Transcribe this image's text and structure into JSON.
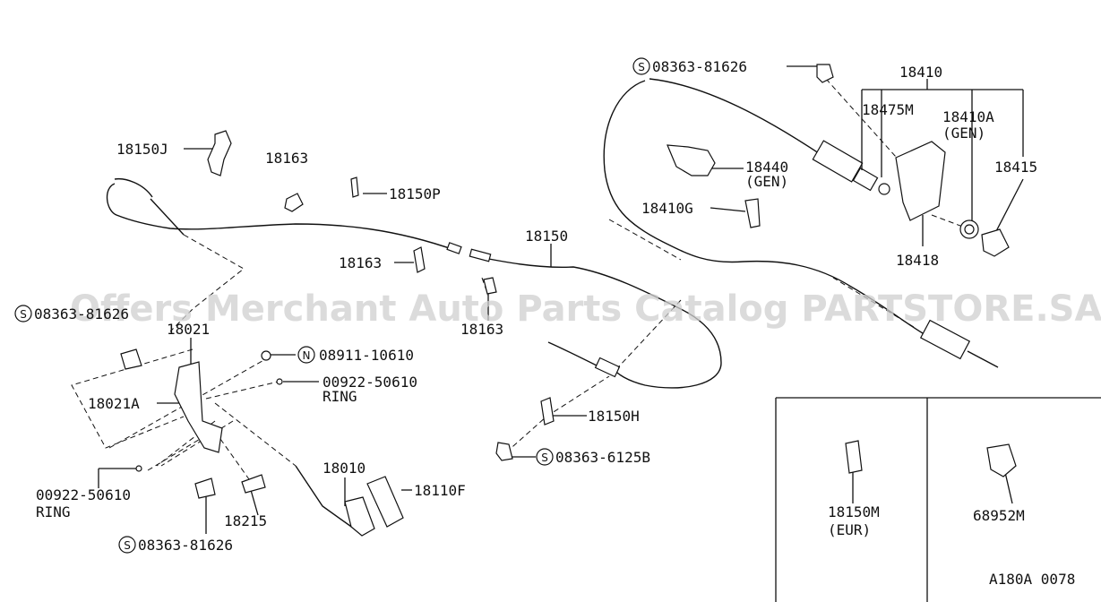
{
  "watermark": "Offers Merchant Auto Parts Catalog PARTSTORE.SA",
  "diagram_code": "A180A 0078",
  "bolt_symbol": "S",
  "nut_symbol": "N",
  "labels": {
    "p18150J": "18150J",
    "p18163a": "18163",
    "p18150P": "18150P",
    "p18163b": "18163",
    "p18150": "18150",
    "p18163c": "18163",
    "bolt_08363_81626_left": "08363-81626",
    "p18021": "18021",
    "p18021A": "18021A",
    "nut_08911_10610": "08911-10610",
    "ring_00922_50610_a": "00922-50610",
    "ring_word_a": "RING",
    "ring_00922_50610_b": "00922-50610",
    "ring_word_b": "RING",
    "p18010": "18010",
    "p18110F": "18110F",
    "p18215": "18215",
    "bolt_08363_81626_bottom": "08363-81626",
    "p18150H": "18150H",
    "bolt_08363_6125B": "08363-6125B",
    "bolt_08363_81626_top": "08363-81626",
    "p18410": "18410",
    "p18475M": "18475M",
    "p18410A": "18410A",
    "p18410A_note": "(GEN)",
    "p18440": "18440",
    "p18440_note": "(GEN)",
    "p18415": "18415",
    "p18410G": "18410G",
    "p18418": "18418",
    "p18150M": "18150M",
    "p18150M_note": "(EUR)",
    "p68952M": "68952M"
  }
}
